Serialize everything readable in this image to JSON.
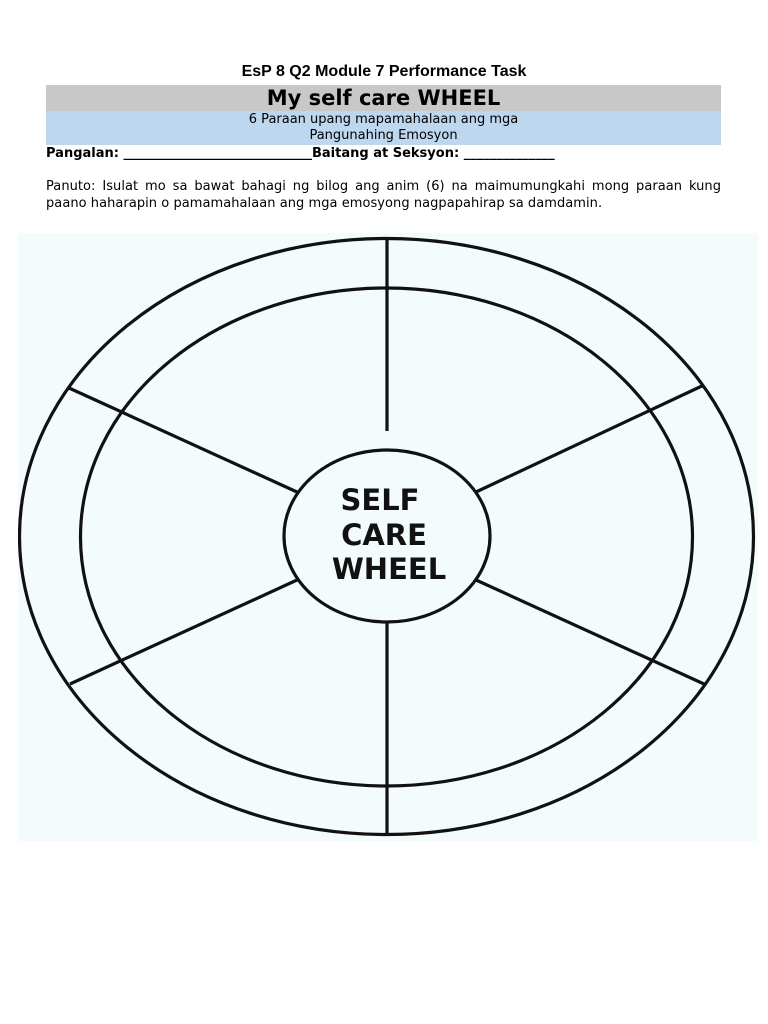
{
  "header": {
    "title": "EsP 8 Q2 Module 7 Performance Task",
    "main_title": "My self care WHEEL",
    "subtitle_line1": "6 Paraan upang mapamahalaan ang mga",
    "subtitle_line2": "Pangunahing Emosyon"
  },
  "form": {
    "name_label": "Pangalan:",
    "name_blank": "_____________________________",
    "section_label": "Baitang at Seksyon:",
    "section_blank": "______________"
  },
  "instructions": {
    "text": "Panuto: Isulat mo sa bawat bahagi ng bilog ang anim (6) na maimumungkahi mong paraan kung paano haharapin o pamamahalaan ang mga emosyong nagpapahirap sa damdamin."
  },
  "wheel": {
    "hub_line1": "SELF",
    "hub_line2": "CARE",
    "hub_line3": "WHEEL",
    "segments": 6
  }
}
